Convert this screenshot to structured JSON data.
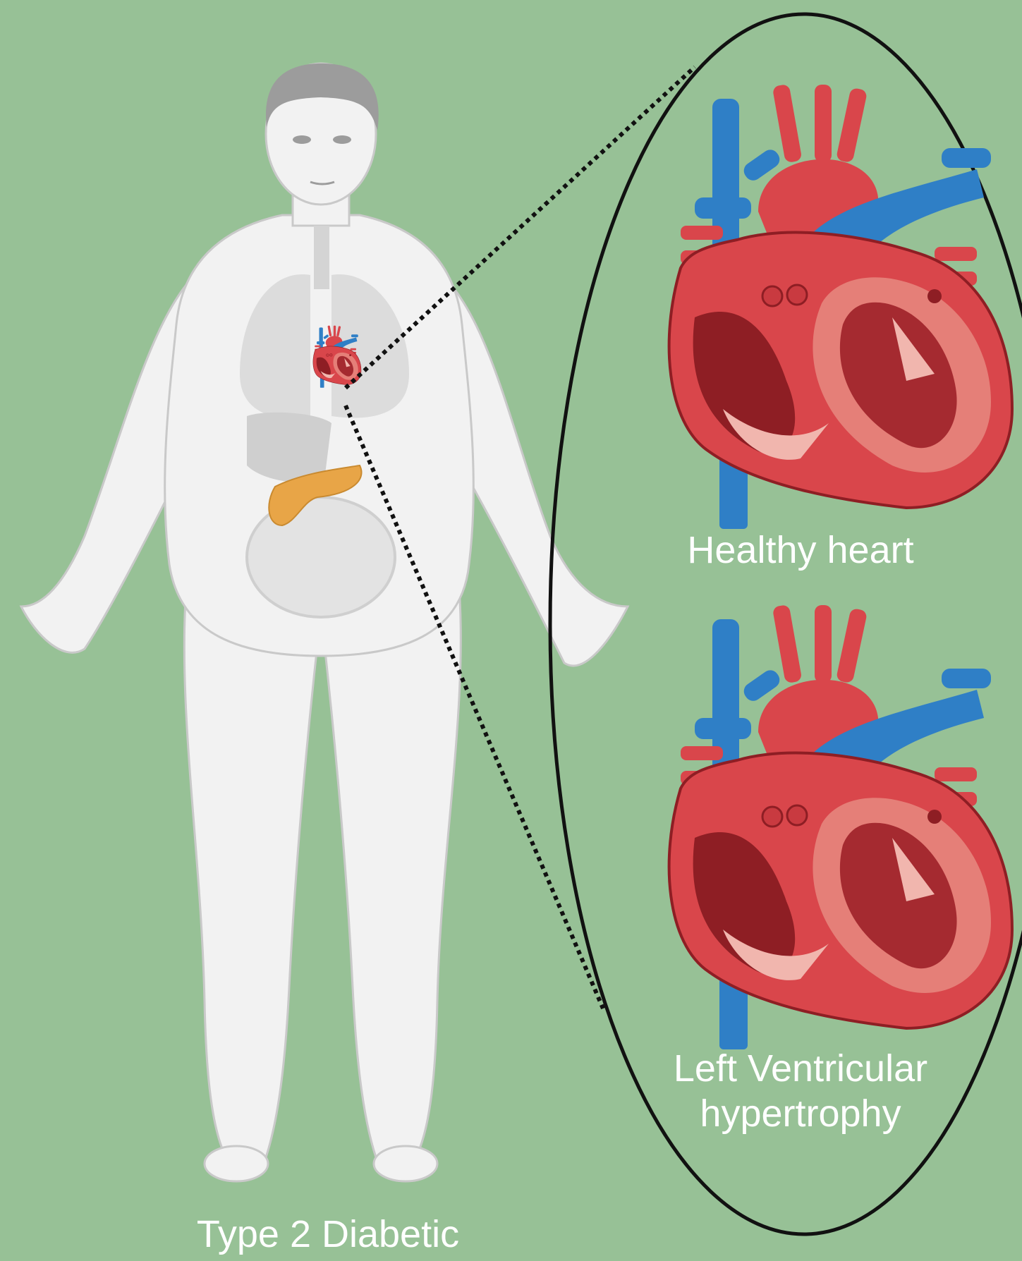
{
  "labels": {
    "body": "Type 2 Diabetic",
    "healthy_heart": "Healthy heart",
    "lvh_heart": "Left Ventricular\nhypertrophy"
  },
  "colors": {
    "background": "#97c196",
    "body_fill": "#f2f2f2",
    "body_outline": "#c9c9c9",
    "hair": "#9c9c9c",
    "organs_gray": "#bdbdbd",
    "pancreas": "#e8a547",
    "heart_red": "#d9464b",
    "heart_dark": "#8e1e24",
    "heart_inner": "#e57f78",
    "vessel_blue": "#2f7fc6",
    "outline_black": "#111111",
    "caption_text": "#ffffff"
  },
  "icons": [
    "human-body-illustration",
    "heart-cross-section-icon",
    "pancreas-icon",
    "lungs-icon",
    "intestines-icon"
  ]
}
